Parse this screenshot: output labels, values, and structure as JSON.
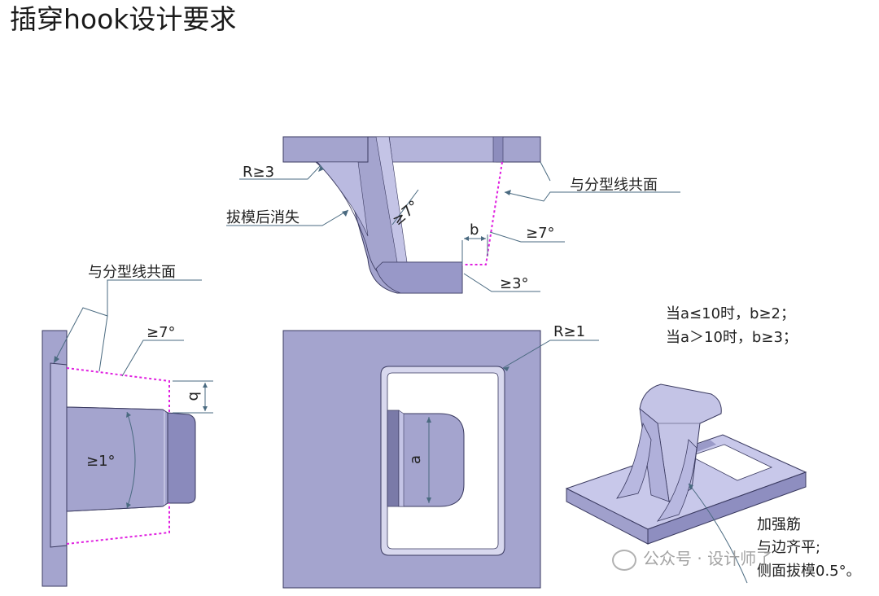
{
  "title": "插穿hook设计要求",
  "labels": {
    "r_ge_3": "R≥3",
    "draft_vanish": "拔模后消失",
    "angle7_inner": "≥7°",
    "parting_top": "与分型线共面",
    "b_top": "b",
    "angle7_top": "≥7°",
    "angle3": "≥3°",
    "parting_left": "与分型线共面",
    "angle7_left": "≥7°",
    "b_left": "b",
    "angle1": "≥1°",
    "r_ge_1": "R≥1",
    "a_label": "a",
    "rule1": "当a≤10时，b≥2；",
    "rule2": "当a＞10时，b≥3；",
    "rib1": "加强筋",
    "rib2": "与边齐平;",
    "rib3": "侧面拔模0.5°。"
  },
  "watermark": "公众号 · 设计师了",
  "colors": {
    "part": "#a4a4ce",
    "part_light": "#c4c4e6",
    "part_dark": "#7d7db0",
    "edge": "#3a3a60",
    "leader": "#4a6a80",
    "dotted": "#e020e0"
  }
}
